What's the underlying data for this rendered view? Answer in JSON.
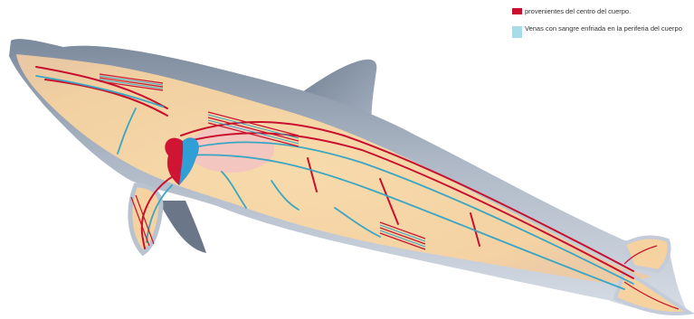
{
  "legend": {
    "items": [
      {
        "text": "provenientes del centro del cuerpo.",
        "color": "#c8102e"
      },
      {
        "text": "Venas con sangre enfriada en la periferia del cuerpo",
        "color": "#a8dce8"
      }
    ]
  },
  "colors": {
    "skin_dark": "#7f8ea0",
    "skin_light": "#c3ccd8",
    "body_fill": "#f9d7a5",
    "artery": "#c8102e",
    "vein": "#3aa6c4",
    "heart_right": "#2f9fd6",
    "lung": "#f2c3c3"
  },
  "icons": {
    "subject": "dolphin-circulatory-system-illustration",
    "heart": "heart-icon"
  }
}
